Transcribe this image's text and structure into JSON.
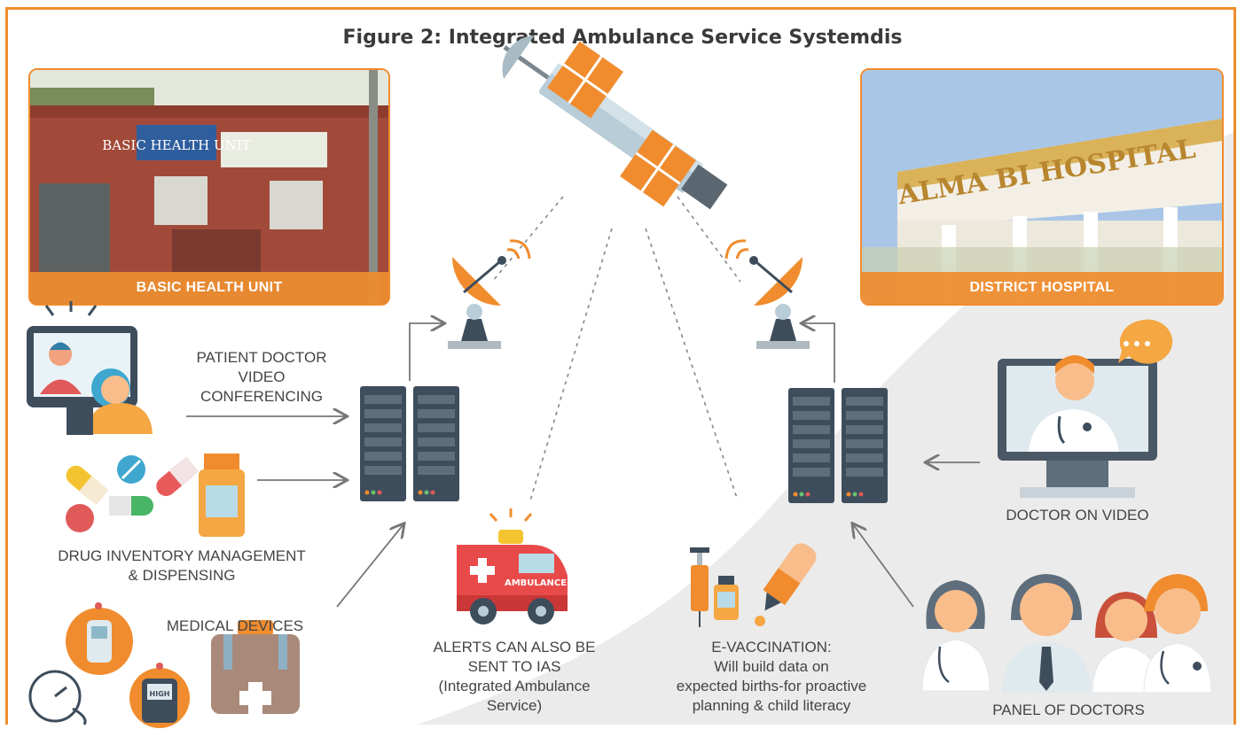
{
  "title": "Figure 2: Integrated Ambulance Service Systemdis",
  "photos": {
    "left_caption": "BASIC HEALTH UNIT",
    "right_caption": "DISTRICT HOSPITAL",
    "left_sign_text": "BASIC HEALTH UNIT",
    "right_sign_text": "ALMA BI HOSPITAL"
  },
  "labels": {
    "video_conf": [
      "PATIENT DOCTOR",
      "VIDEO",
      "CONFERENCING"
    ],
    "drug_inventory": [
      "DRUG INVENTORY MANAGEMENT",
      "& DISPENSING"
    ],
    "medical_devices": "MEDICAL DEVICES",
    "ias": [
      "ALERTS CAN ALSO BE",
      "SENT TO IAS",
      "(Integrated Ambulance",
      "Service)"
    ],
    "ambulance_text": "AMBULANCE",
    "evaccination": [
      "E-VACCINATION:",
      "Will build data on",
      "expected births-for proactive",
      "planning & child literacy"
    ],
    "doctor_on_video": "DOCTOR ON VIDEO",
    "panel_of_doctors": "PANEL OF DOCTORS",
    "glucometer_text": "HIGH"
  },
  "colors": {
    "accent": "#f08c2e",
    "server_dark": "#3e4d5c",
    "satellite_body": "#b9cdd8"
  }
}
